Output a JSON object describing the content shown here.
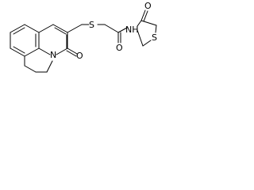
{
  "molecule": {
    "atom_labels": {
      "ring_n": "N",
      "lactam_o": "O",
      "thioether_s": "S",
      "amide_o": "O",
      "amide_nh": "NH",
      "ring_thione_o": "O",
      "ring_s": "S"
    }
  }
}
